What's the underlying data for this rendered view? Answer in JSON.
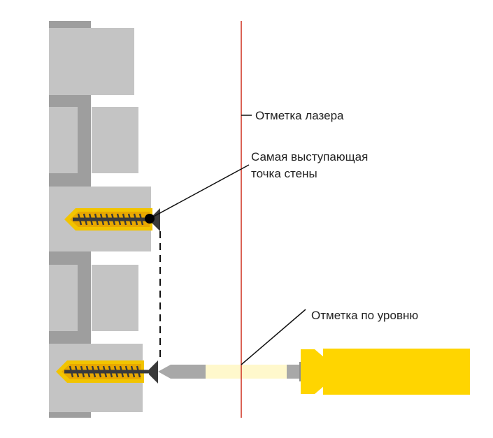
{
  "labels": {
    "laser_mark": "Отметка лазера",
    "protruding_point_line1": "Самая выступающая",
    "protruding_point_line2": "точка стены",
    "level_mark": "Отметка по уровню"
  },
  "colors": {
    "background": "#ffffff",
    "brick": "#c4c4c4",
    "mortar": "#9e9e9e",
    "dowel": "#f2c400",
    "dowel_inner": "#e8a800",
    "screw": "#3a3a3a",
    "laser_line": "#d03a2a",
    "leader_line": "#111111",
    "screwdriver_handle": "#ffd500",
    "screwdriver_shaft": "#a8a8a8",
    "level_mark_band": "#fff8cc"
  }
}
